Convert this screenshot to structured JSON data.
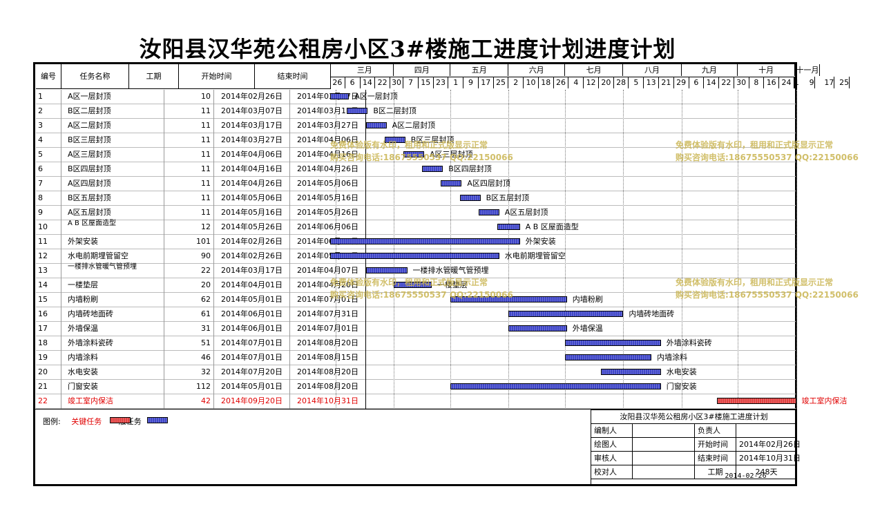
{
  "title": "汝阳县汉华苑公租房小区3#楼施工进度计划进度计划",
  "columns": {
    "id": "编号",
    "name": "任务名称",
    "duration": "工期",
    "start": "开始时间",
    "end": "结束时间"
  },
  "months": [
    "三月",
    "四月",
    "五月",
    "六月",
    "七月",
    "八月",
    "九月",
    "十月",
    "十一月"
  ],
  "weeks": [
    "26",
    "6",
    "14",
    "22",
    "30",
    "7",
    "15",
    "23",
    "1",
    "9",
    "17",
    "25",
    "2",
    "10",
    "18",
    "26",
    "4",
    "12",
    "20",
    "28",
    "5",
    "13",
    "21",
    "29",
    "6",
    "14",
    "22",
    "30",
    "8",
    "16",
    "24",
    "1",
    "9",
    "17",
    "25"
  ],
  "tasks": [
    {
      "id": "1",
      "name": "A区一层封顶",
      "duration": "10",
      "start": "2014年02月26日",
      "end": "2014年03月07日",
      "label": "A区一层封顶",
      "critical": false,
      "s": 0,
      "e": 9
    },
    {
      "id": "2",
      "name": "B区二层封顶",
      "duration": "11",
      "start": "2014年03月07日",
      "end": "2014年03月17日",
      "label": "B区二层封顶",
      "critical": false,
      "s": 9,
      "e": 19
    },
    {
      "id": "3",
      "name": "A区二层封顶",
      "duration": "11",
      "start": "2014年03月17日",
      "end": "2014年03月27日",
      "label": "A区二层封顶",
      "critical": false,
      "s": 19,
      "e": 29
    },
    {
      "id": "4",
      "name": "B区三层封顶",
      "duration": "11",
      "start": "2014年03月27日",
      "end": "2014年04月06日",
      "label": "B区三层封顶",
      "critical": false,
      "s": 29,
      "e": 39
    },
    {
      "id": "5",
      "name": "A区三层封顶",
      "duration": "11",
      "start": "2014年04月06日",
      "end": "2014年04月16日",
      "label": "A区三层封顶",
      "critical": false,
      "s": 39,
      "e": 49
    },
    {
      "id": "6",
      "name": "B区四层封顶",
      "duration": "11",
      "start": "2014年04月16日",
      "end": "2014年04月26日",
      "label": "B区四层封顶",
      "critical": false,
      "s": 49,
      "e": 59
    },
    {
      "id": "7",
      "name": "A区四层封顶",
      "duration": "11",
      "start": "2014年04月26日",
      "end": "2014年05月06日",
      "label": "A区四层封顶",
      "critical": false,
      "s": 59,
      "e": 69
    },
    {
      "id": "8",
      "name": "B区五层封顶",
      "duration": "11",
      "start": "2014年05月06日",
      "end": "2014年05月16日",
      "label": "B区五层封顶",
      "critical": false,
      "s": 69,
      "e": 79
    },
    {
      "id": "9",
      "name": "A区五层封顶",
      "duration": "11",
      "start": "2014年05月16日",
      "end": "2014年05月26日",
      "label": "A区五层封顶",
      "critical": false,
      "s": 79,
      "e": 89
    },
    {
      "id": "10",
      "name": "A B 区屋面造型",
      "duration": "12",
      "start": "2014年05月26日",
      "end": "2014年06月06日",
      "label": "A B 区屋面造型",
      "critical": false,
      "s": 89,
      "e": 100
    },
    {
      "id": "11",
      "name": "外架安装",
      "duration": "101",
      "start": "2014年02月26日",
      "end": "2014年06月06日",
      "label": "外架安装",
      "critical": false,
      "s": 0,
      "e": 100
    },
    {
      "id": "12",
      "name": "水电前期埋管留空",
      "duration": "90",
      "start": "2014年02月26日",
      "end": "2014年05月26日",
      "label": "水电前期埋管留空",
      "critical": false,
      "s": 0,
      "e": 89
    },
    {
      "id": "13",
      "name": "一楼排水管暖气管预埋",
      "duration": "22",
      "start": "2014年03月17日",
      "end": "2014年04月07日",
      "label": "一楼排水管暖气管预埋",
      "critical": false,
      "s": 19,
      "e": 40
    },
    {
      "id": "14",
      "name": "一楼垫层",
      "duration": "20",
      "start": "2014年04月01日",
      "end": "2014年04月20日",
      "label": "一楼垫层",
      "critical": false,
      "s": 34,
      "e": 53
    },
    {
      "id": "15",
      "name": "内墙粉刷",
      "duration": "62",
      "start": "2014年05月01日",
      "end": "2014年07月01日",
      "label": "内墙粉刷",
      "critical": false,
      "s": 64,
      "e": 125
    },
    {
      "id": "16",
      "name": "内墙砖地面砖",
      "duration": "61",
      "start": "2014年06月01日",
      "end": "2014年07月31日",
      "label": "内墙砖地面砖",
      "critical": false,
      "s": 95,
      "e": 155
    },
    {
      "id": "17",
      "name": "外墙保温",
      "duration": "31",
      "start": "2014年06月01日",
      "end": "2014年07月01日",
      "label": "外墙保温",
      "critical": false,
      "s": 95,
      "e": 125
    },
    {
      "id": "18",
      "name": "外墙涂料瓷砖",
      "duration": "51",
      "start": "2014年07月01日",
      "end": "2014年08月20日",
      "label": "外墙涂料瓷砖",
      "critical": false,
      "s": 125,
      "e": 175
    },
    {
      "id": "19",
      "name": "内墙涂料",
      "duration": "46",
      "start": "2014年07月01日",
      "end": "2014年08月15日",
      "label": "内墙涂料",
      "critical": false,
      "s": 125,
      "e": 170
    },
    {
      "id": "20",
      "name": "水电安装",
      "duration": "32",
      "start": "2014年07月20日",
      "end": "2014年08月20日",
      "label": "水电安装",
      "critical": false,
      "s": 144,
      "e": 175
    },
    {
      "id": "21",
      "name": "门窗安装",
      "duration": "112",
      "start": "2014年05月01日",
      "end": "2014年08月20日",
      "label": "门窗安装",
      "critical": false,
      "s": 64,
      "e": 175
    },
    {
      "id": "22",
      "name": "竣工室内保洁",
      "duration": "42",
      "start": "2014年09月20日",
      "end": "2014年10月31日",
      "label": "竣工室内保洁",
      "critical": true,
      "s": 206,
      "e": 247
    }
  ],
  "watermark": {
    "line1": "免费体验版有水印，租用和正式版显示正常",
    "line2": "购买咨询电话:18675550537 QQ:22150066"
  },
  "legend": {
    "label": "图例:",
    "critical": "关键任务",
    "normal": "一般任务"
  },
  "titleblock": {
    "title": "汝阳县汉华苑公租房小区3#楼施工进度计划",
    "compiler": "编制人",
    "owner": "负责人",
    "drawer": "绘图人",
    "start_label": "开始时间",
    "start_value": "2014年02月26日",
    "reviewer": "审核人",
    "end_label": "结束时间",
    "end_value": "2014年10月31日",
    "checker": "校对人",
    "duration_label": "工期",
    "duration_value": "248天",
    "date": "2014-02-26"
  },
  "colors": {
    "normal_bar": "#3f46c8",
    "critical_bar": "#e04040",
    "critical_text": "#e00000",
    "watermark": "#c9b451"
  }
}
